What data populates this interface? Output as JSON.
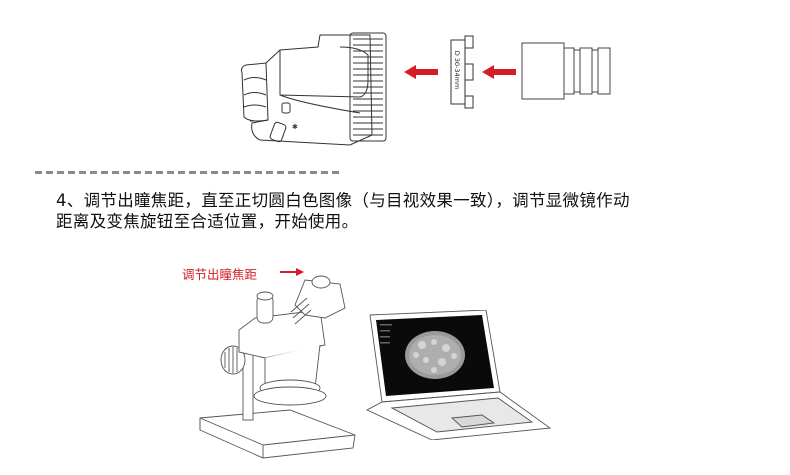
{
  "top_diagram": {
    "adapter_label": "D 30-34mm",
    "arrow_color": "#d21e24",
    "arrows": [
      "arrow-left",
      "arrow-left"
    ]
  },
  "divider": {
    "style": "dashed",
    "color": "#8a8a8a"
  },
  "instruction": {
    "line1": "4、调节出瞳焦距，直至正切圆白色图像（与目视效果一致），调节显微镜作动",
    "line2": "距离及变焦旋钮至合适位置，开始使用。"
  },
  "bottom_diagram": {
    "callout_label": "调节出瞳焦距",
    "callout_color": "#d21e24"
  }
}
